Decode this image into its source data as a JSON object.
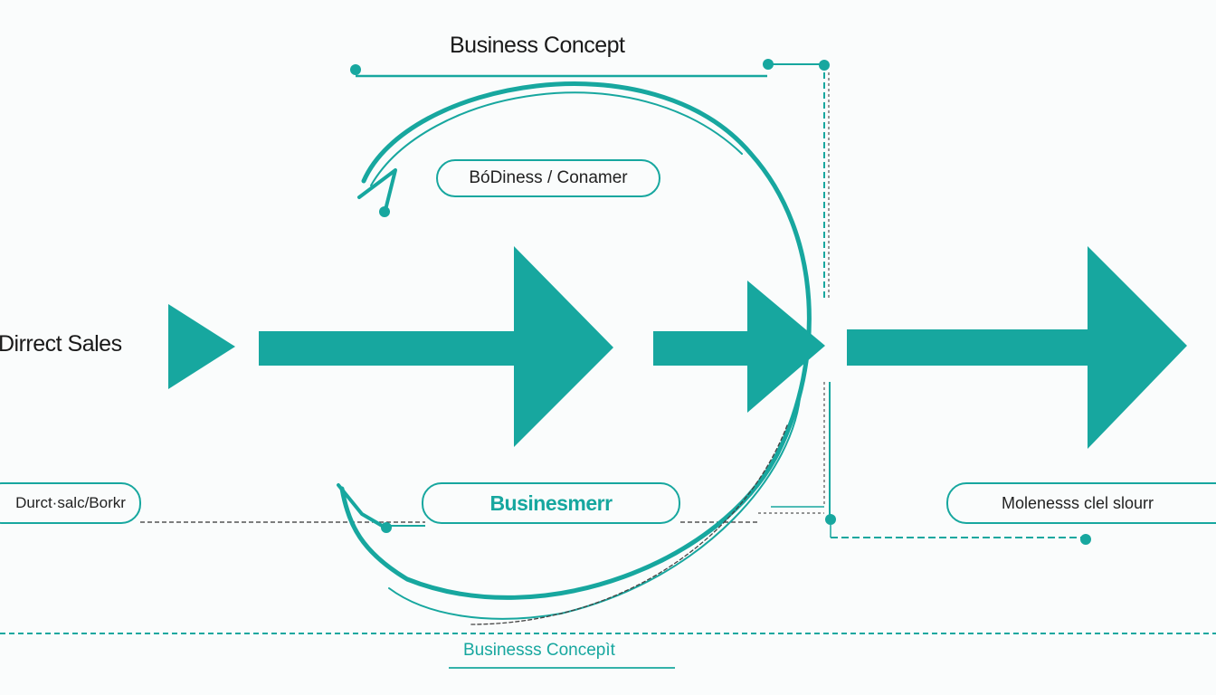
{
  "diagram": {
    "title": "Business Concept",
    "left_label": "Dirrect Sales",
    "pill_top": "BóDiness / Conamer",
    "pill_left": "Durct·salc/Borkr",
    "pill_center": "Businesmerr",
    "pill_right": "Molenesss clel slourr",
    "bottom_label": "Businesss Concepìt"
  },
  "colors": {
    "accent": "#17a79f",
    "text": "#1a1a1a",
    "dashed_line": "#333333",
    "background": "#fafcfc"
  }
}
